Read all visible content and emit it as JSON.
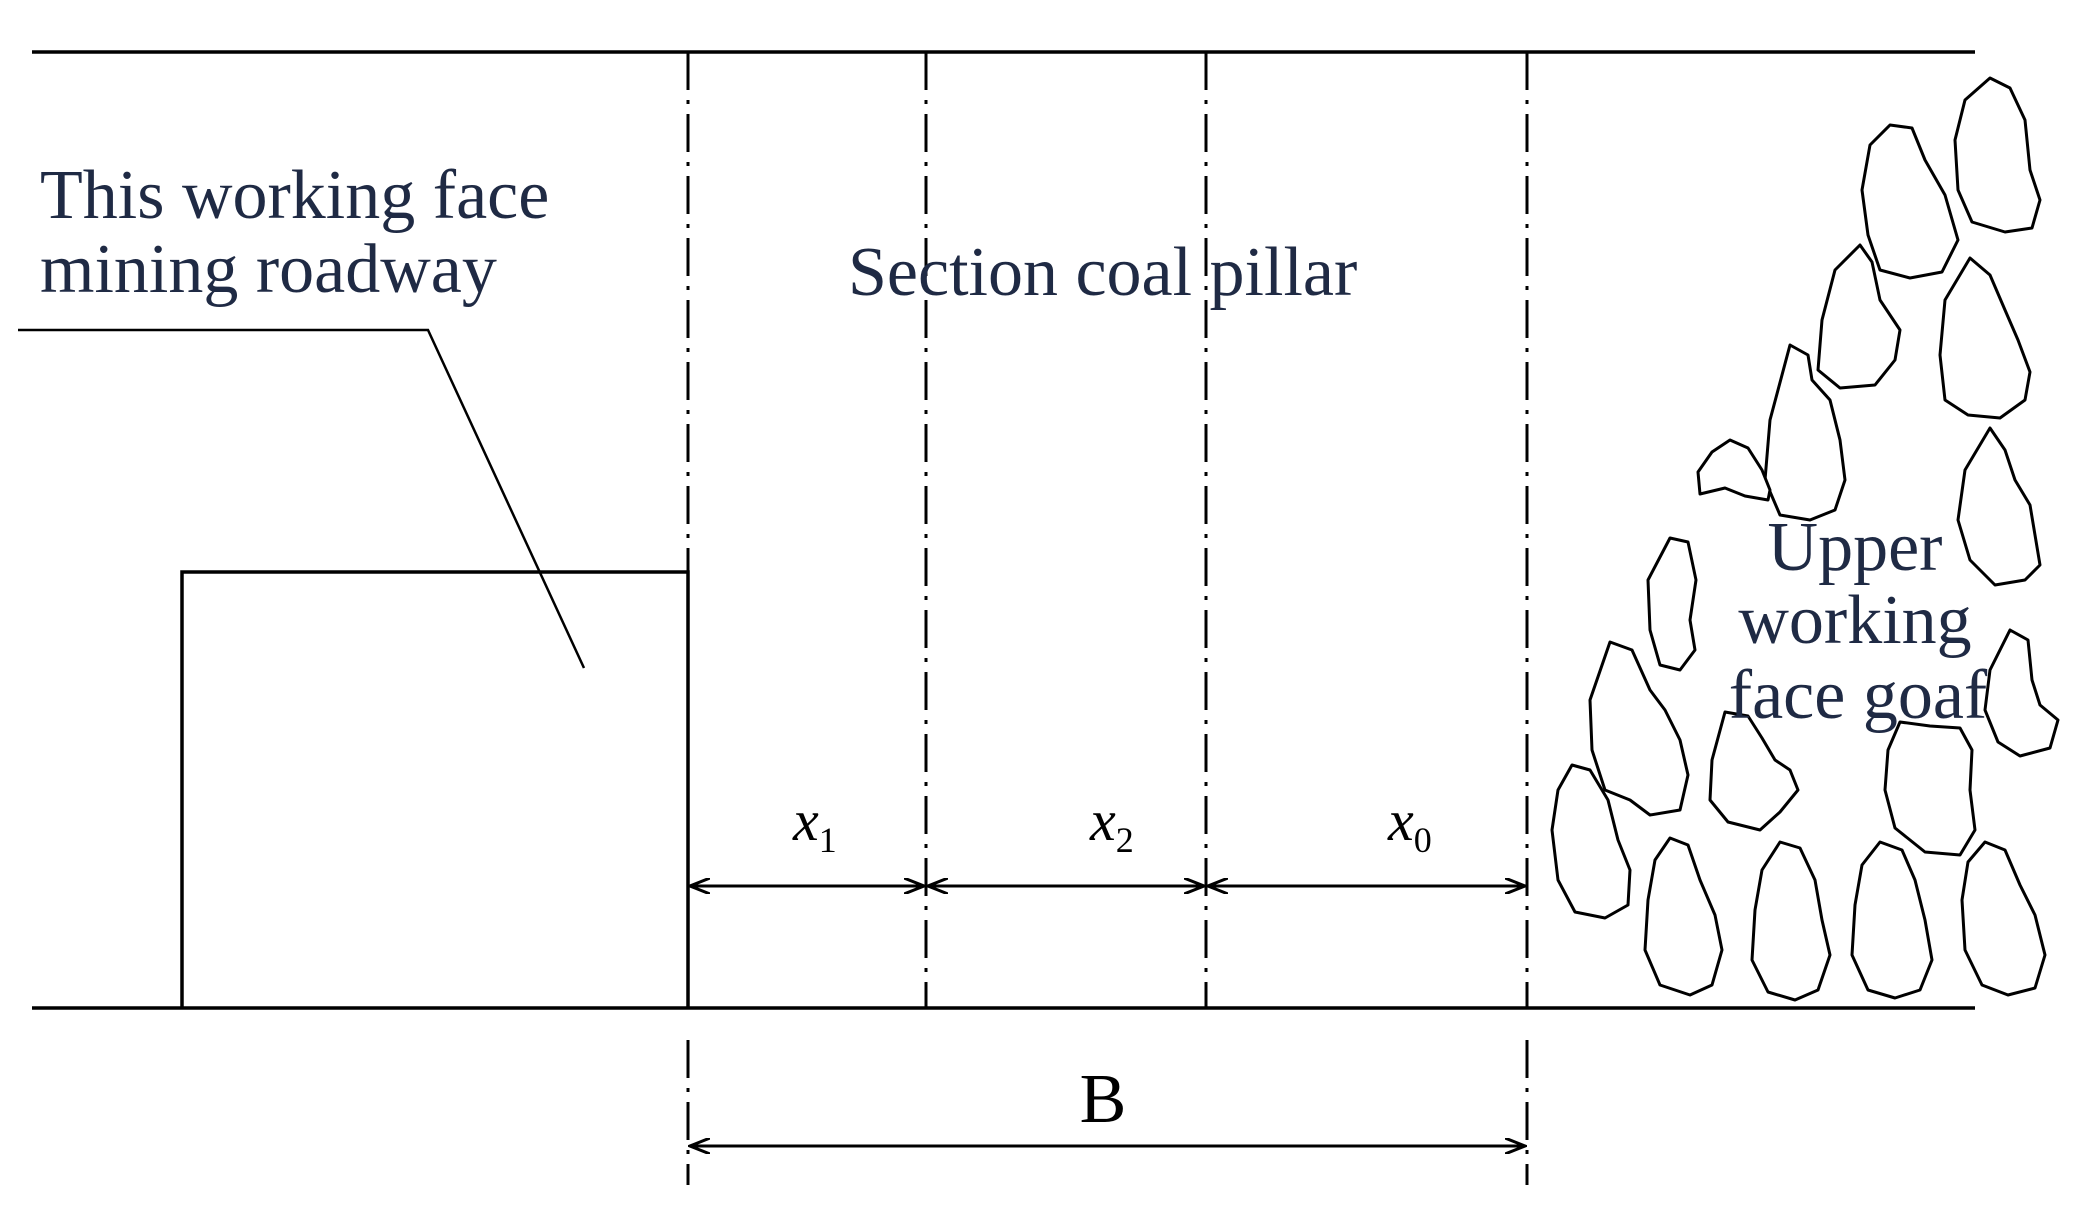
{
  "labels": {
    "roadway_line1": "This working face",
    "roadway_line2": "mining roadway",
    "pillar": "Section coal pillar",
    "goaf_line1": "Upper",
    "goaf_line2": "working",
    "goaf_line3": "face goaf",
    "x1_var": "x",
    "x1_sub": "1",
    "x2_var": "x",
    "x2_sub": "2",
    "x0_var": "x",
    "x0_sub": "0",
    "width": "B"
  }
}
